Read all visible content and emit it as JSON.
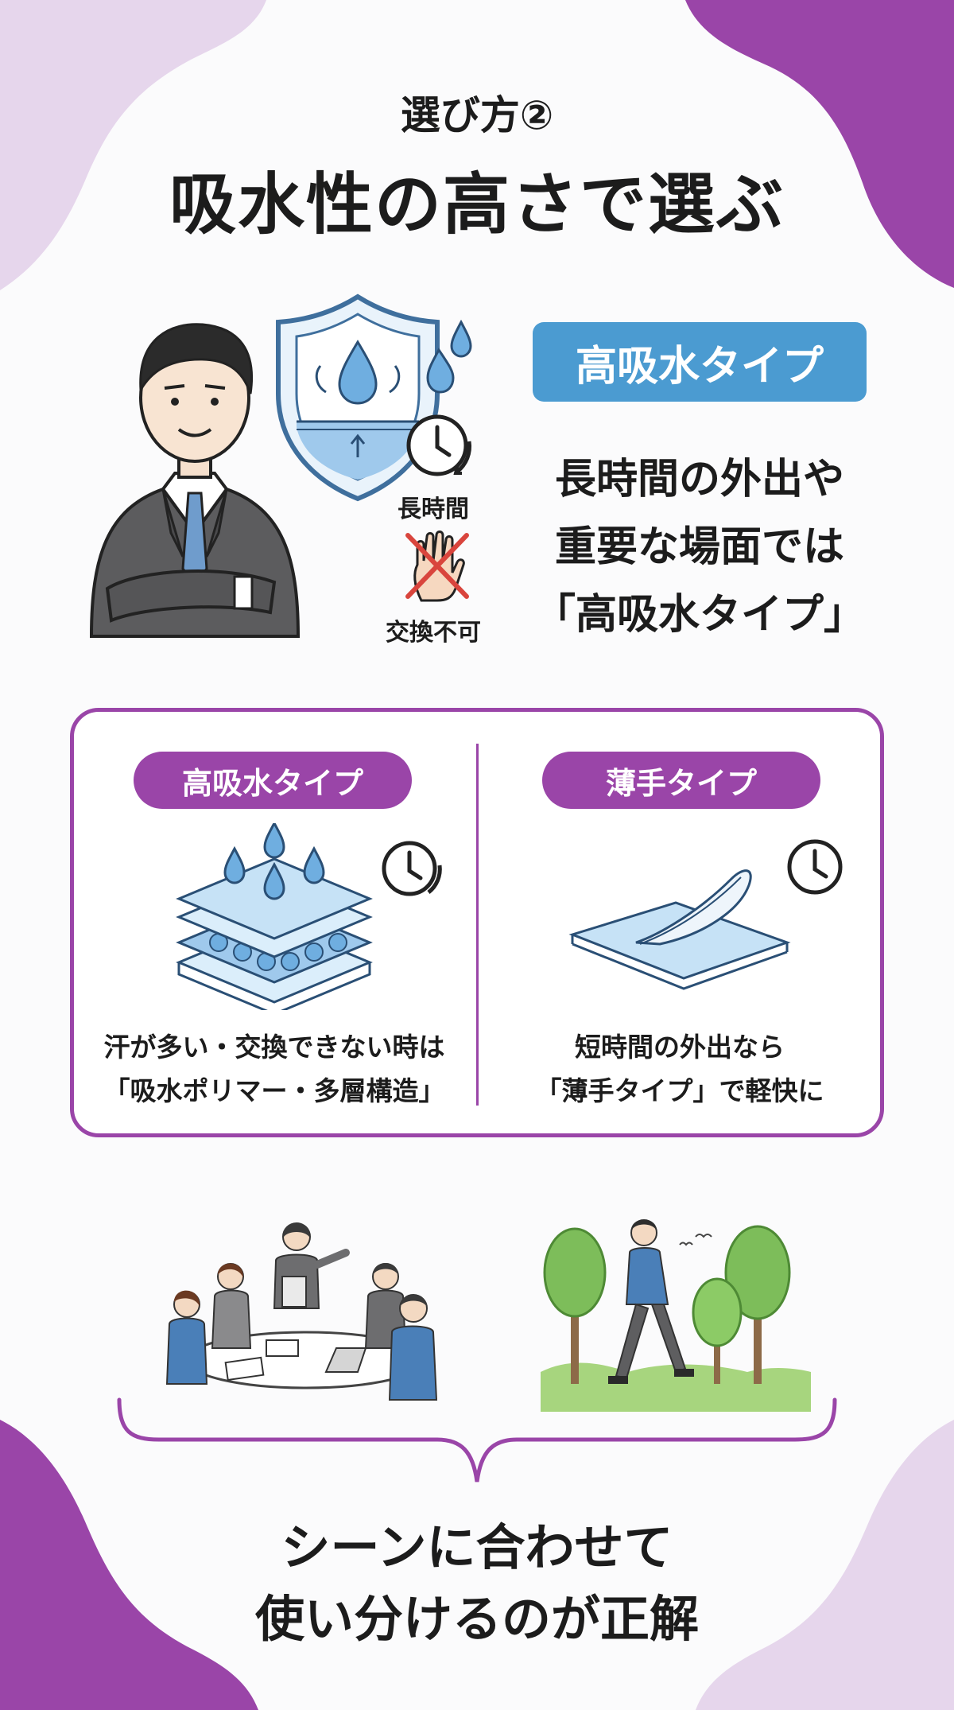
{
  "header": {
    "subtitle": "選び方②",
    "title": "吸水性の高さで選ぶ"
  },
  "hero": {
    "long_time_label": "長時間",
    "no_change_label": "交換不可",
    "badge": "高吸水タイプ",
    "message_lines": [
      "長時間の外出や",
      "重要な場面では",
      "「高吸水タイプ」"
    ]
  },
  "compare": {
    "left": {
      "label": "高吸水タイプ",
      "lines": [
        "汗が多い・交換できない時は",
        "「吸水ポリマー・多層構造」"
      ]
    },
    "right": {
      "label": "薄手タイプ",
      "lines": [
        "短時間の外出なら",
        "「薄手タイプ」で軽快に"
      ]
    }
  },
  "conclusion": {
    "lines": [
      "シーンに合わせて",
      "使い分けるのが正解"
    ]
  },
  "colors": {
    "purple": "#9a45a8",
    "light_purple": "#e6d6ec",
    "blue_badge": "#4b9bd1",
    "background": "#fbfbfc"
  }
}
